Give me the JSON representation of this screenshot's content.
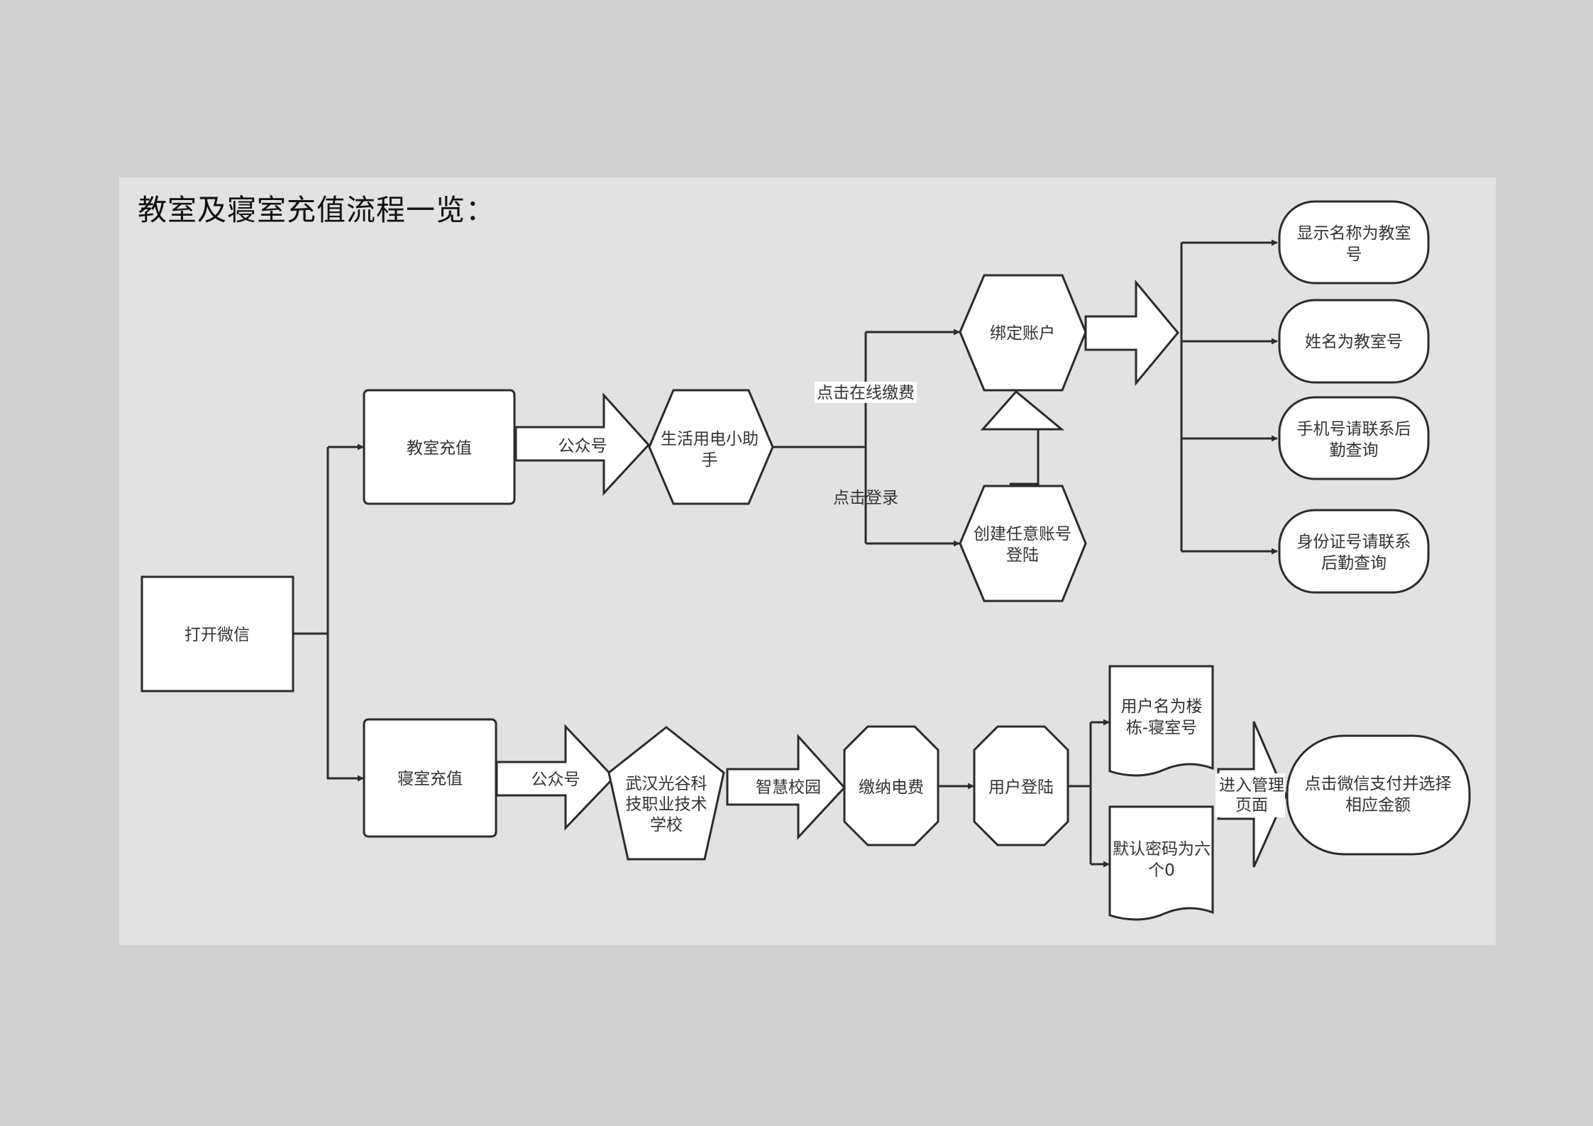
{
  "title": "教室及寝室充值流程一览：",
  "nodes": {
    "open_wechat": "打开微信",
    "classroom_recharge": "教室充值",
    "dorm_recharge": "寝室充值",
    "life_helper": [
      "生活用电小助",
      "手"
    ],
    "bind_account": "绑定账户",
    "create_account": [
      "创建任意账号",
      "登陆"
    ],
    "display_name": [
      "显示名称为教室",
      "号"
    ],
    "name_classroom": "姓名为教室号",
    "phone_contact": [
      "手机号请联系后",
      "勤查询"
    ],
    "id_contact": [
      "身份证号请联系",
      "后勤查询"
    ],
    "wuhan_school": [
      "武汉光谷科",
      "技职业技术",
      "学校"
    ],
    "pay_electricity": "缴纳电费",
    "user_login": "用户登陆",
    "username_doc": [
      "用户名为楼",
      "栋-寝室号"
    ],
    "password_doc": [
      "默认密码为六",
      "个0"
    ],
    "wechat_pay": [
      "点击微信支付并选择",
      "相应金额"
    ]
  },
  "edges": {
    "public_account_1": "公众号",
    "public_account_2": "公众号",
    "click_online_pay": "点击在线缴费",
    "click_login": "点击登录",
    "smart_campus": "智慧校园",
    "enter_manage": [
      "进入管理",
      "页面"
    ]
  }
}
